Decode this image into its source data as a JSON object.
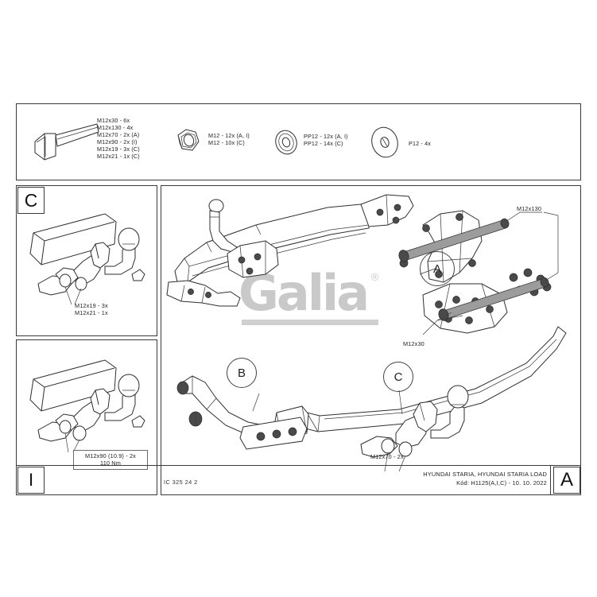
{
  "document": {
    "drawing_number": "IC 325 24 2",
    "vehicle_title": "HYUNDAI STARIA, HYUNDAI STARIA LOAD",
    "code_line": "Kód: H1125(A,I,C) - 10. 10. 2022",
    "revision": "A",
    "watermark": "Galia",
    "watermark_registered": "®"
  },
  "panels": {
    "panel_c_letter": "C",
    "panel_i_letter": "I"
  },
  "legend": {
    "bolt": {
      "icon": "hex-bolt-icon",
      "lines": [
        "M12x30 - 6x",
        "M12x130 - 4x",
        "M12x70 - 2x (A)",
        "M12x90 - 2x (I)",
        "M12x19 - 3x (C)",
        "M12x21 - 1x (C)"
      ]
    },
    "nut": {
      "icon": "hex-nut-icon",
      "lines": [
        "M12 - 12x (A, I)",
        "M12 - 10x (C)"
      ]
    },
    "washer_spring": {
      "icon": "spring-washer-icon",
      "lines": [
        "PP12 - 12x (A, I)",
        "PP12 - 14x (C)"
      ]
    },
    "washer_flat": {
      "icon": "flat-washer-icon",
      "lines": [
        "P12 - 4x"
      ]
    }
  },
  "panel_c": {
    "callout_lines": [
      "M12x19 - 3x",
      "M12x21 - 1x"
    ]
  },
  "panel_i": {
    "callout_lines": [
      "M12x90 (10.9) - 2x",
      "110 Nm"
    ]
  },
  "main_drawing": {
    "balloons": [
      {
        "label": "A"
      },
      {
        "label": "B"
      },
      {
        "label": "C"
      }
    ],
    "callouts": [
      {
        "label": "M12x130"
      },
      {
        "label": "M12x30"
      },
      {
        "label": "M12x70 - 2x"
      }
    ]
  },
  "colors": {
    "line": "#2e2e2e",
    "frame": "#3a3a3a",
    "watermark": "#c9c9c9",
    "background": "#ffffff"
  }
}
